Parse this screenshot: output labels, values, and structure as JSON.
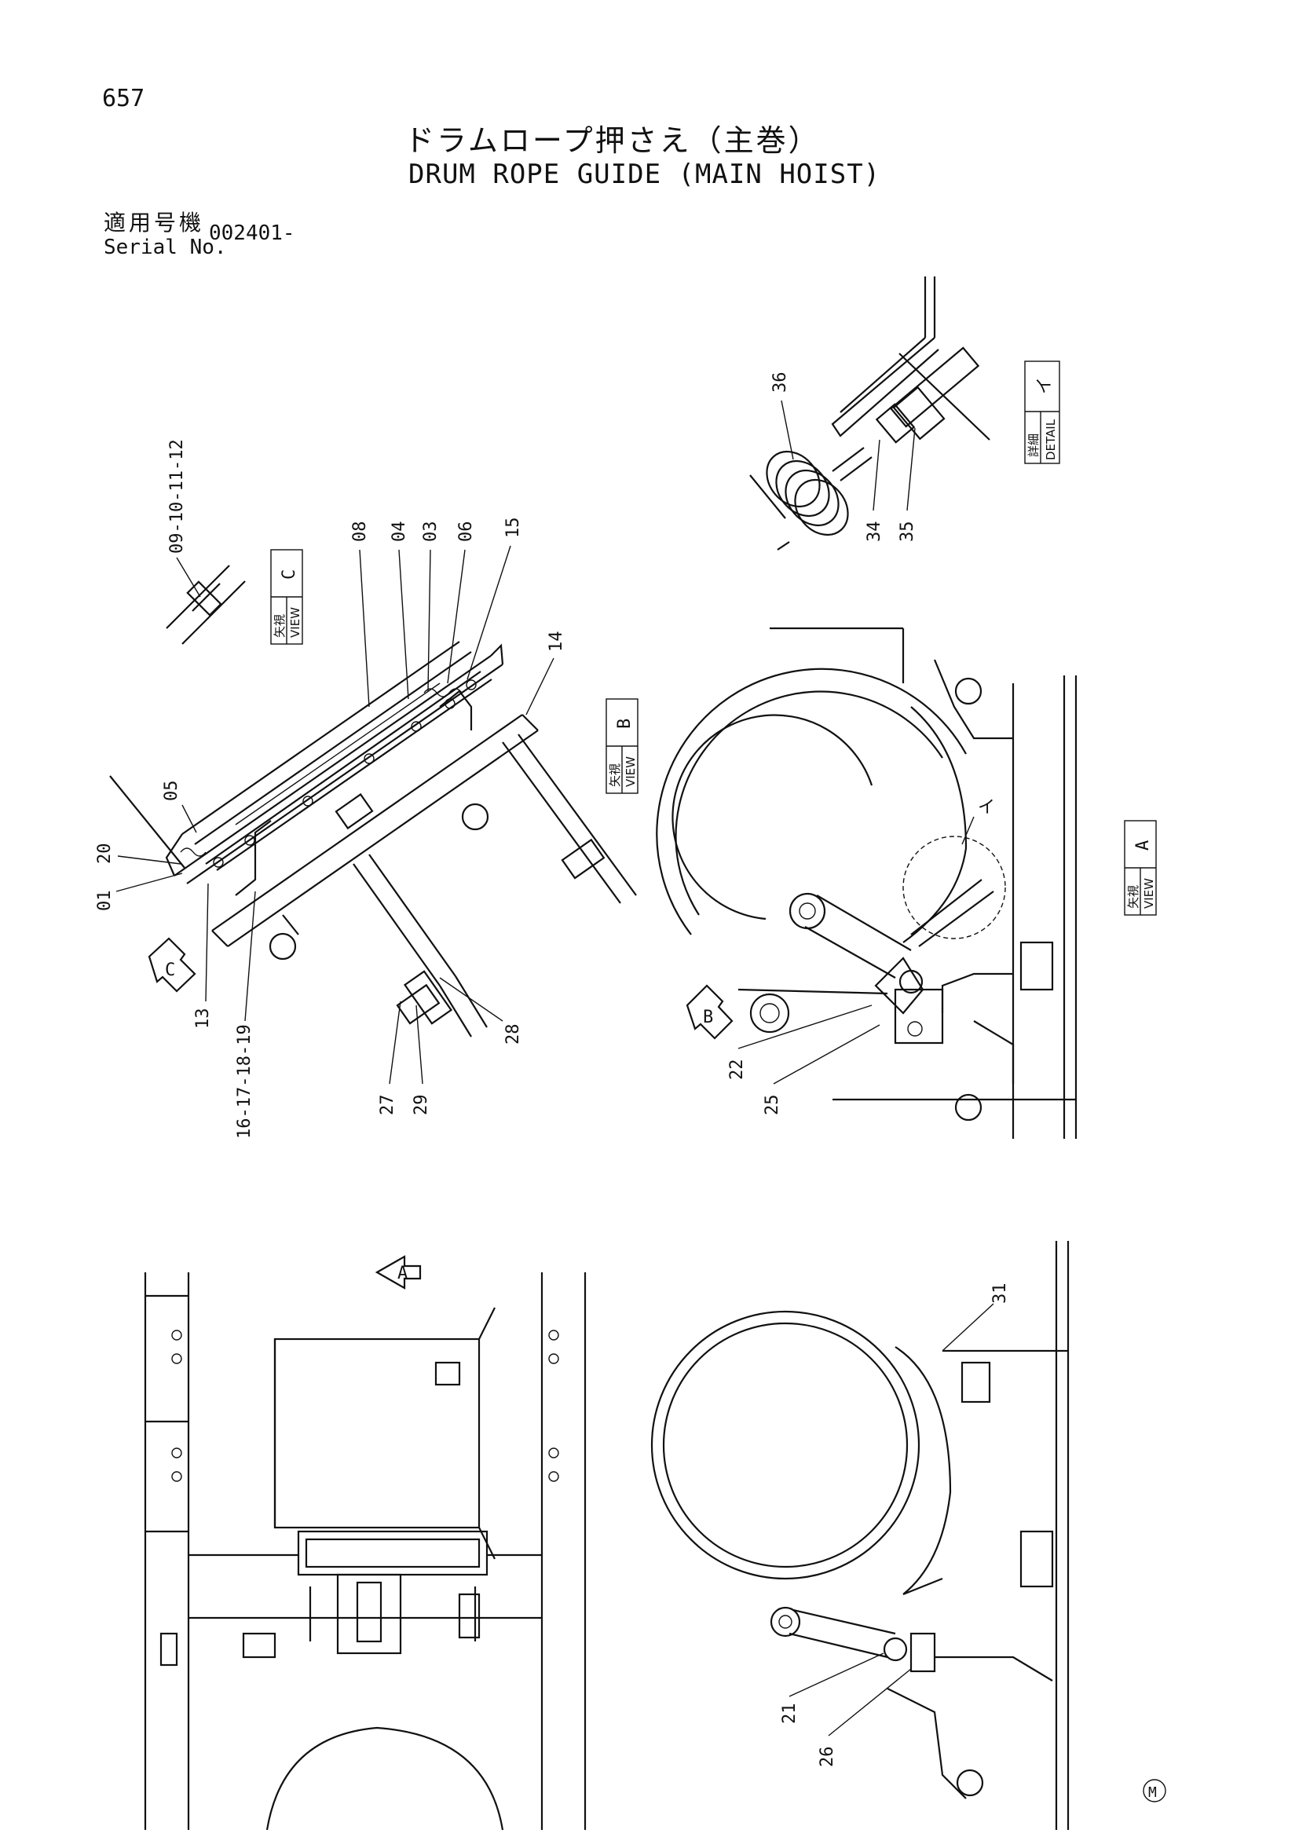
{
  "page_number": "657",
  "title_ja": "ドラムロープ押さえ（主巻）",
  "title_en": "DRUM ROPE GUIDE (MAIN HOIST)",
  "serial_label_ja": "適用号機",
  "serial_label_en": "Serial No.",
  "serial_value": "002401-",
  "views": {
    "view_a": {
      "ja": "矢視",
      "en": "VIEW",
      "letter": "A"
    },
    "view_b": {
      "ja": "矢視",
      "en": "VIEW",
      "letter": "B"
    },
    "view_c": {
      "ja": "矢視",
      "en": "VIEW",
      "letter": "C"
    },
    "detail": {
      "ja": "詳細",
      "en": "DETAIL",
      "letter": "イ"
    },
    "detail_marker": "イ"
  },
  "arrow_markers": {
    "a": "A",
    "b": "B",
    "c": "C"
  },
  "part_labels": {
    "p01": "01",
    "p03": "03",
    "p04": "04",
    "p05": "05",
    "p06": "06",
    "p08": "08",
    "p09_12": "09-10-11-12",
    "p13": "13",
    "p14": "14",
    "p15": "15",
    "p16_19": "16-17-18-19",
    "p20": "20",
    "p21": "21",
    "p22": "22",
    "p25": "25",
    "p26": "26",
    "p27": "27",
    "p28": "28",
    "p29": "29",
    "p31": "31",
    "p34": "34",
    "p35": "35",
    "p36": "36"
  },
  "footer_mark": "M"
}
